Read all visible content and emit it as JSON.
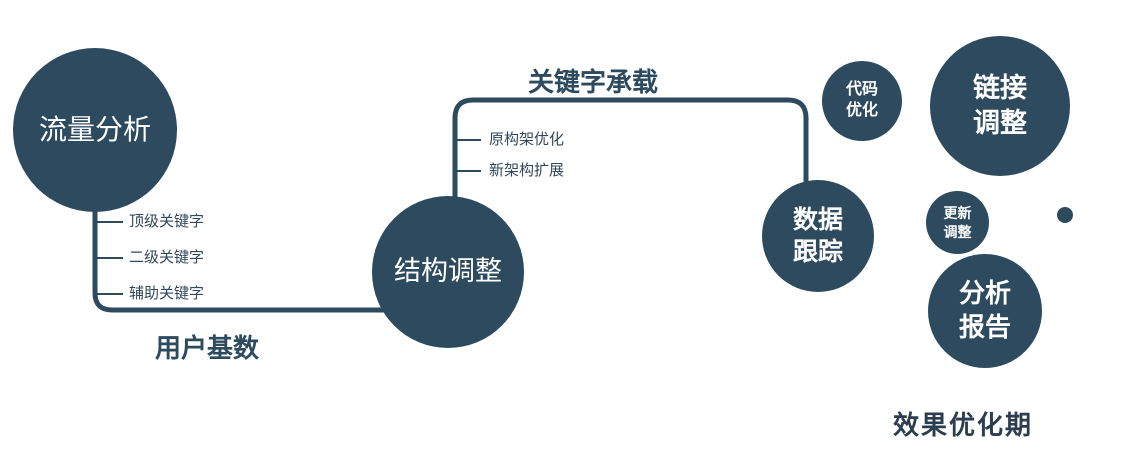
{
  "colors": {
    "primary": "#2e4a5e",
    "node_text": "#ffffff",
    "label_text": "#33475a"
  },
  "nodes": {
    "traffic": {
      "label": "流量分析"
    },
    "structure": {
      "label": "结构调整"
    },
    "data_tracking": {
      "label": "数据\n跟踪"
    },
    "code_optimization": {
      "label": "代码\n优化"
    },
    "link_adjustment": {
      "label": "链接\n调整"
    },
    "update_adjustment": {
      "label": "更新\n调整"
    },
    "analysis_report": {
      "label": "分析\n报告"
    }
  },
  "edges": {
    "user_base": "用户基数",
    "keyword_carrying": "关键字承载"
  },
  "branches": {
    "traffic_keywords": [
      "顶级关键字",
      "二级关键字",
      "辅助关键字"
    ],
    "structure_items": [
      "原构架优化",
      "新架构扩展"
    ]
  },
  "footer": "效果优化期"
}
